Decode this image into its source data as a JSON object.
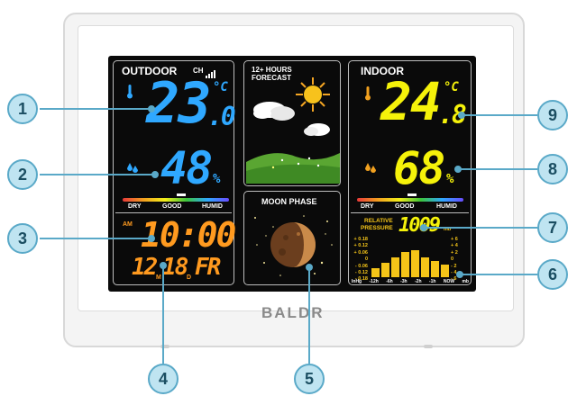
{
  "brand": "BALDR",
  "outdoor": {
    "title": "OUTDOOR",
    "channel": "CH",
    "temp_int": "23",
    "temp_dec": ".0",
    "temp_unit": "°C",
    "humidity": "48",
    "humidity_unit": "%"
  },
  "comfort_labels": [
    "DRY",
    "GOOD",
    "HUMID"
  ],
  "clock": {
    "ampm": "AM",
    "time": "10:00",
    "month": "12",
    "day": "18",
    "weekday": "FR",
    "m_mark": "M",
    "d_mark": "D"
  },
  "forecast": {
    "title_line1": "12+ HOURS",
    "title_line2": "FORECAST"
  },
  "moon": {
    "title": "MOON PHASE"
  },
  "indoor": {
    "title": "INDOOR",
    "temp_int": "24",
    "temp_dec": ".8",
    "temp_unit": "°C",
    "humidity": "68",
    "humidity_unit": "%"
  },
  "pressure": {
    "label_line1": "RELATIVE",
    "label_line2": "PRESSURE",
    "value": "1009",
    "unit": "mb",
    "left_ticks": [
      "+ 0.18",
      "+ 0.12",
      "+ 0.06",
      "0",
      "- 0.06",
      "- 0.12",
      "- 0.18"
    ],
    "right_ticks": [
      "+ 6",
      "+ 4",
      "+ 2",
      "0",
      "- 2",
      "- 4",
      "- 6"
    ],
    "axis_labels": [
      "InHg",
      "-12h",
      "-6h",
      "-3h",
      "-2h",
      "-1h",
      "NOW",
      "mb"
    ]
  },
  "callouts": [
    "1",
    "2",
    "3",
    "4",
    "5",
    "6",
    "7",
    "8",
    "9"
  ],
  "colors": {
    "outdoor_temp": "#2fa8ff",
    "outdoor_humidity": "#2fa8ff",
    "clock": "#ff9a1f",
    "indoor": "#f5f20a",
    "callout_fill": "#bfe4f1",
    "callout_border": "#5aa9c8"
  }
}
